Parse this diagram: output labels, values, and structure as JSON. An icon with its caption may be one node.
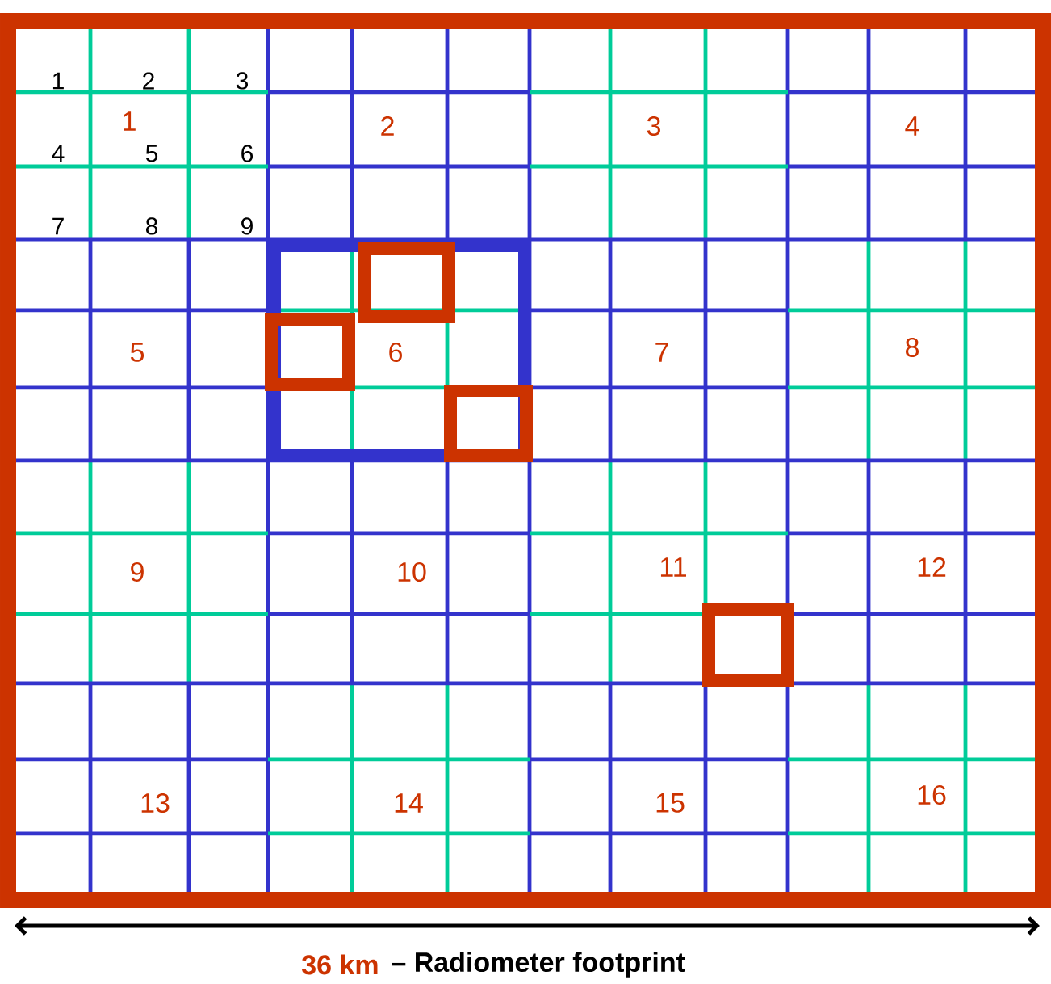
{
  "diagram": {
    "labels": [
      "1",
      "2",
      "3",
      "4",
      "5",
      "6",
      "7",
      "8",
      "9",
      "1",
      "2",
      "3",
      "4",
      "5",
      "6",
      "7",
      "8",
      "9",
      "10",
      "11",
      "12",
      "13",
      "14",
      "15",
      "16",
      "36 km",
      "– Radiometer footprint"
    ]
  }
}
